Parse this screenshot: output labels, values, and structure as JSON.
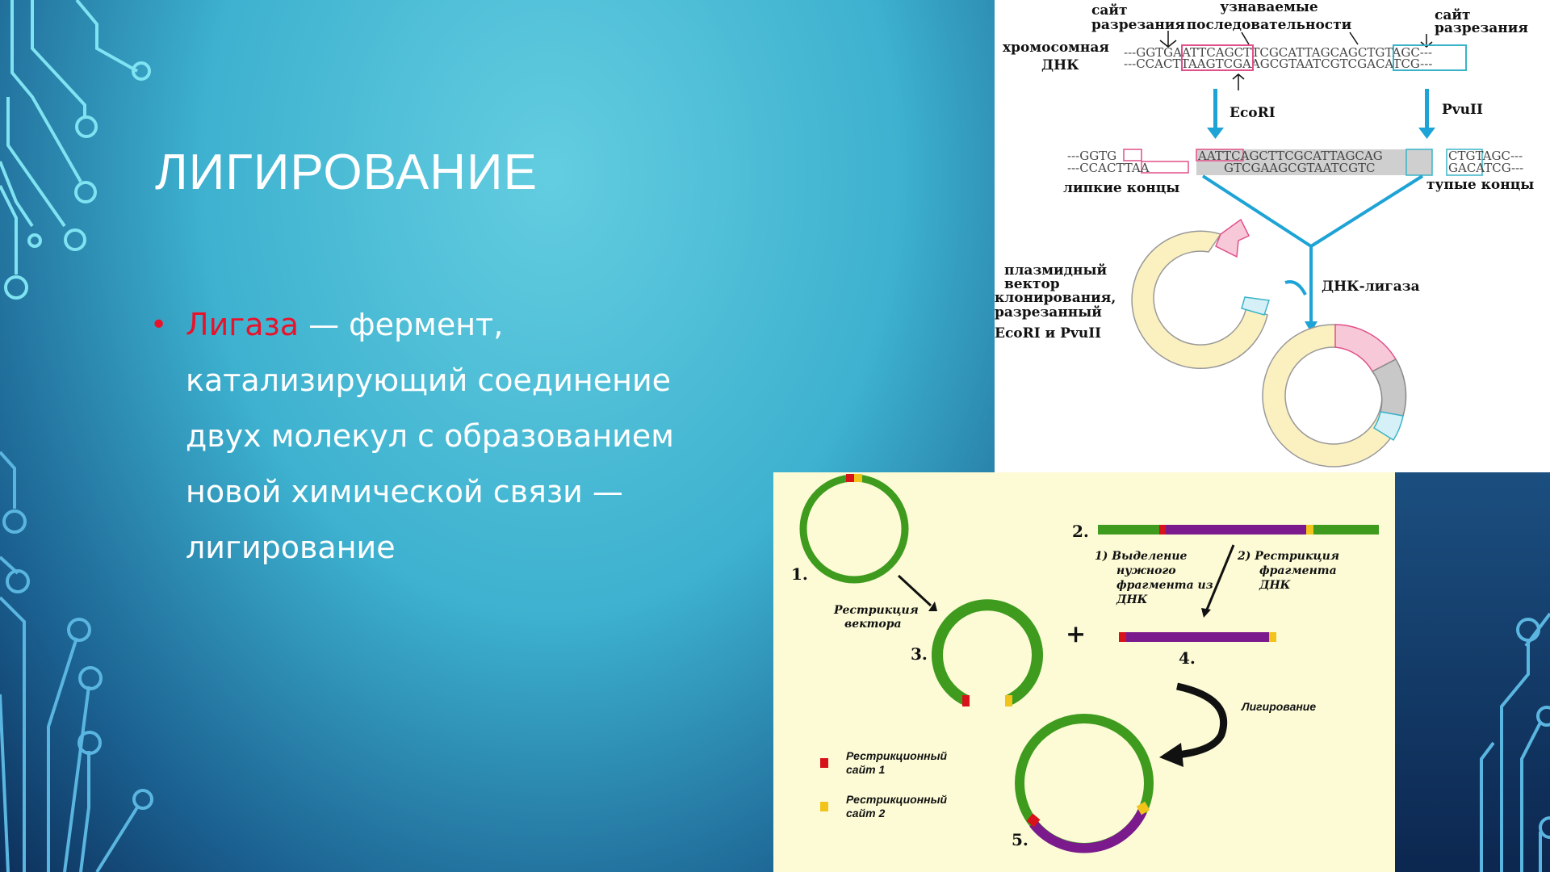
{
  "slide": {
    "title": "ЛИГИРОВАНИЕ",
    "bullet": {
      "term": "Лигаза",
      "rest": " — фермент, катализирующий соединение двух молекул с образованием новой химической связи — лигирование",
      "line1": " — фермент,",
      "line2": "катализирующий соединение",
      "line3": "двух молекул с образованием",
      "line4": "новой химической связи —",
      "line5": "лигирование"
    },
    "colors": {
      "term": "#e8132b",
      "text": "#ffffff"
    }
  },
  "figure_top": {
    "label_cut_site_left": "сайт разрезания",
    "label_cut_site_left_1": "сайт",
    "label_cut_site_left_2": "разрезания",
    "label_recognized_1": "узнаваемые",
    "label_recognized_2": "последовательности",
    "label_cut_site_right_1": "сайт",
    "label_cut_site_right_2": "разрезания",
    "label_chrom_1": "хромосомная",
    "label_chrom_2": "ДНК",
    "seq_top": "---GGTGAATTCAGCTTCGCATTAGCAGCTGTAGC---",
    "seq_bottom": "---CCACTTAAGTCGAAGCGTAATCGTCGACATCG---",
    "enzyme_left": "EcoRI",
    "enzyme_right": "PvuII",
    "frag_left_top": "---GGTG",
    "frag_left_bottom": "---CCACTTAA",
    "frag_mid_top": "AATTCAGCTTCGCATTAGCAG",
    "frag_mid_bottom": "GTCGAAGCGTAATCGTC",
    "frag_right_top": "CTGTAGC---",
    "frag_right_bottom": "GACATCG---",
    "label_sticky": "липкие концы",
    "label_blunt": "тупые концы",
    "label_plasmid_1": "плазмидный",
    "label_plasmid_2": "вектор",
    "label_plasmid_3": "клонирования,",
    "label_plasmid_4": "разрезанный",
    "label_plasmid_5": "EcoRI и PvuII",
    "label_ligase": "ДНК-лигаза"
  },
  "figure_bottom": {
    "step1": "1.",
    "step2": "2.",
    "step3": "3.",
    "step4": "4.",
    "step5": "5.",
    "restriction_vector_1": "Рестрикция",
    "restriction_vector_2": "вектора",
    "note1_1": "1)  Выделение",
    "note1_2": "нужного",
    "note1_3": "фрагмента из",
    "note1_4": "ДНК",
    "note2_1": "2)  Рестрикция",
    "note2_2": "фрагмента",
    "note2_3": "ДНК",
    "plus": "+",
    "ligation": "Лигирование",
    "legend1_1": "Рестрикционный",
    "legend1_2": "сайт 1",
    "legend2_1": "Рестрикционный",
    "legend2_2": "сайт 2",
    "colors": {
      "vector": "#3e9b1e",
      "insert": "#7a1a8c",
      "site1": "#d8121b",
      "site2": "#f2c31a"
    }
  }
}
